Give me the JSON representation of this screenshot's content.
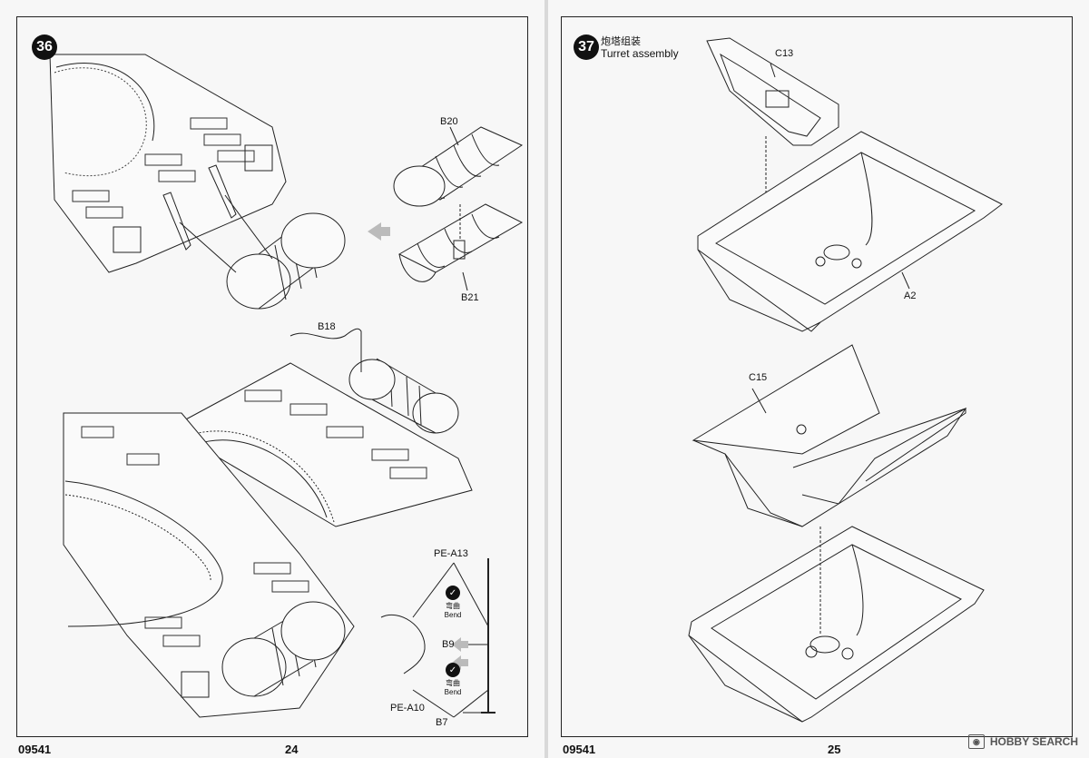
{
  "left_page": {
    "step_number": "36",
    "part_labels": {
      "b20": "B20",
      "b21": "B21",
      "b18": "B18",
      "pe_a13": "PE-A13",
      "b9": "B9",
      "pe_a10": "PE-A10",
      "b7": "B7"
    },
    "bend_top": {
      "zh": "弯曲",
      "en": "Bend"
    },
    "bend_bottom": {
      "zh": "弯曲",
      "en": "Bend"
    },
    "kit_code": "09541",
    "page_number": "24"
  },
  "right_page": {
    "step_number": "37",
    "step_title_zh": "炮塔组装",
    "step_title_en": "Turret assembly",
    "part_labels": {
      "c13": "C13",
      "a2": "A2",
      "c15": "C15"
    },
    "kit_code": "09541",
    "page_number": "25"
  },
  "watermark": {
    "text": "HOBBY SEARCH"
  },
  "colors": {
    "paper": "#f7f7f7",
    "ink": "#111111",
    "arrow": "#bbbbbb"
  }
}
